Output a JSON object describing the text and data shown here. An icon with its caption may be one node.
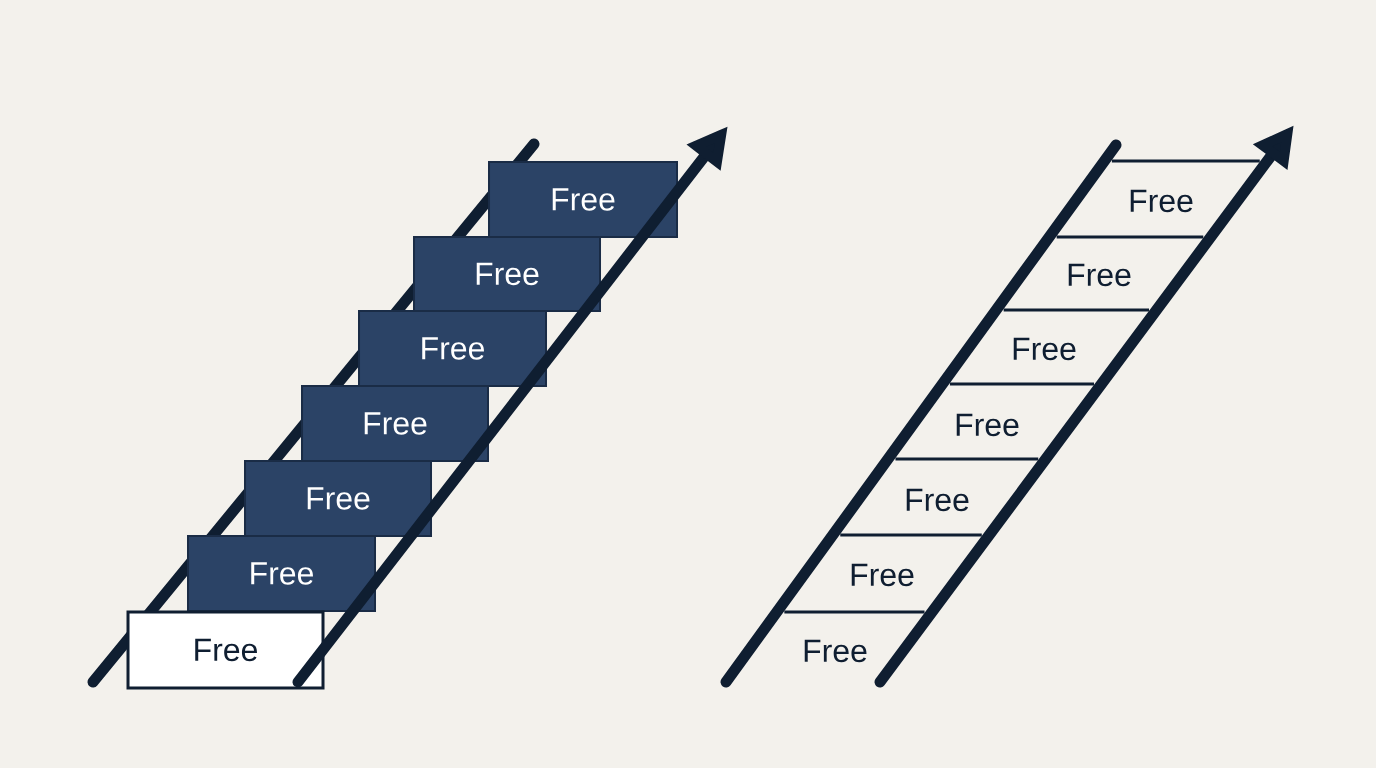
{
  "diagram": {
    "nodes": [
      {
        "text": [
          "Free"
        ]
      },
      {
        "text": [
          "Free"
        ]
      },
      {
        "text": [
          "Free"
        ]
      },
      {
        "text": [
          "Free"
        ]
      },
      {
        "text": [
          "Free"
        ]
      },
      {
        "text": [
          "Free"
        ]
      },
      {
        "text": [
          "Free"
        ]
      }
    ],
    "labels": [
      "Free",
      "Free",
      "Free",
      "Free",
      "Free",
      "Free",
      "Free"
    ]
  }
}
